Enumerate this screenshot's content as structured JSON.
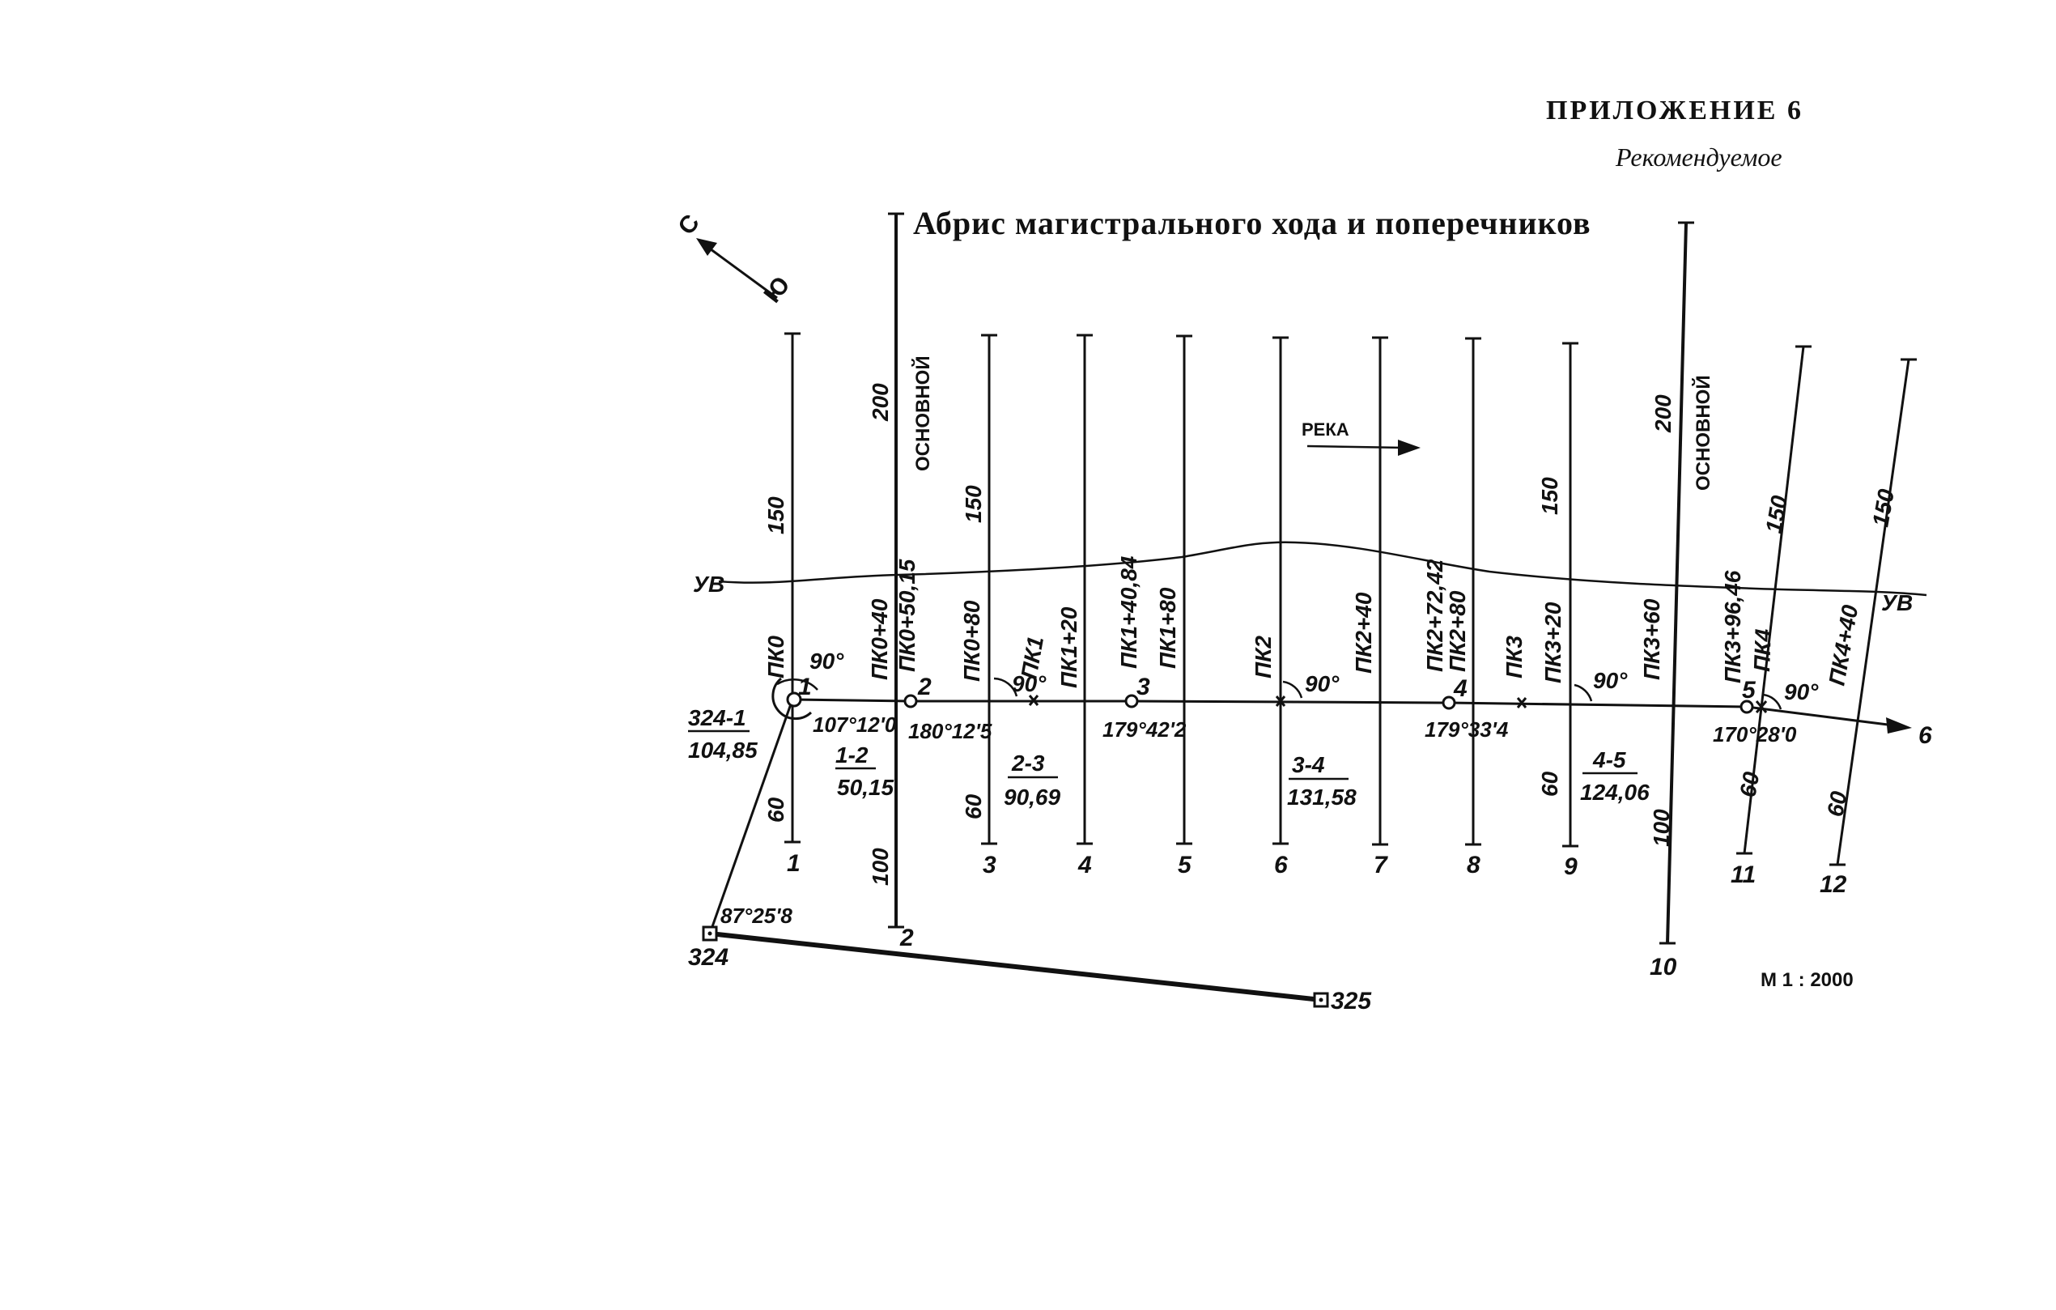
{
  "header": {
    "appendix": "ПРИЛОЖЕНИЕ  6",
    "status": "Рекомендуемое",
    "title": "Абрис магистрального хода и поперечников"
  },
  "compass": {
    "north": "С",
    "south": "Ю"
  },
  "river": {
    "label": "РЕКА",
    "water_level": "УВ"
  },
  "scale": "М 1 : 2000",
  "main_axis_label": "ОСНОВНОЙ",
  "traverse_points": [
    "1",
    "2",
    "3",
    "4",
    "5",
    "6"
  ],
  "traverse_angles": [
    "107°12'0",
    "180°12'5",
    "179°42'2",
    "179°33'4",
    "170°28'0"
  ],
  "right_angle": "90°",
  "legs": [
    {
      "name": "1-2",
      "length": "50,15"
    },
    {
      "name": "2-3",
      "length": "90,69"
    },
    {
      "name": "3-4",
      "length": "131,58"
    },
    {
      "name": "4-5",
      "length": "124,06"
    }
  ],
  "reference": {
    "point_a": "324",
    "point_b": "325",
    "tie_line": "324-1",
    "tie_length": "104,85",
    "tie_angle": "87°25'8"
  },
  "pickets": [
    "ПК0",
    "ПК0+40",
    "ПК0+50,15",
    "ПК0+80",
    "ПК1",
    "ПК1+20",
    "ПК1+40,84",
    "ПК1+80",
    "ПК2",
    "ПК2+40",
    "ПК2+72,42",
    "ПК2+80",
    "ПК3",
    "ПК3+20",
    "ПК3+60",
    "ПК3+96,46",
    "ПК4",
    "ПК4+40"
  ],
  "cross_sections": [
    "1",
    "2",
    "3",
    "4",
    "5",
    "6",
    "7",
    "8",
    "9",
    "10",
    "11",
    "12"
  ],
  "section_lengths": {
    "v150": "150",
    "v200": "200",
    "v60": "60",
    "v100": "100"
  }
}
